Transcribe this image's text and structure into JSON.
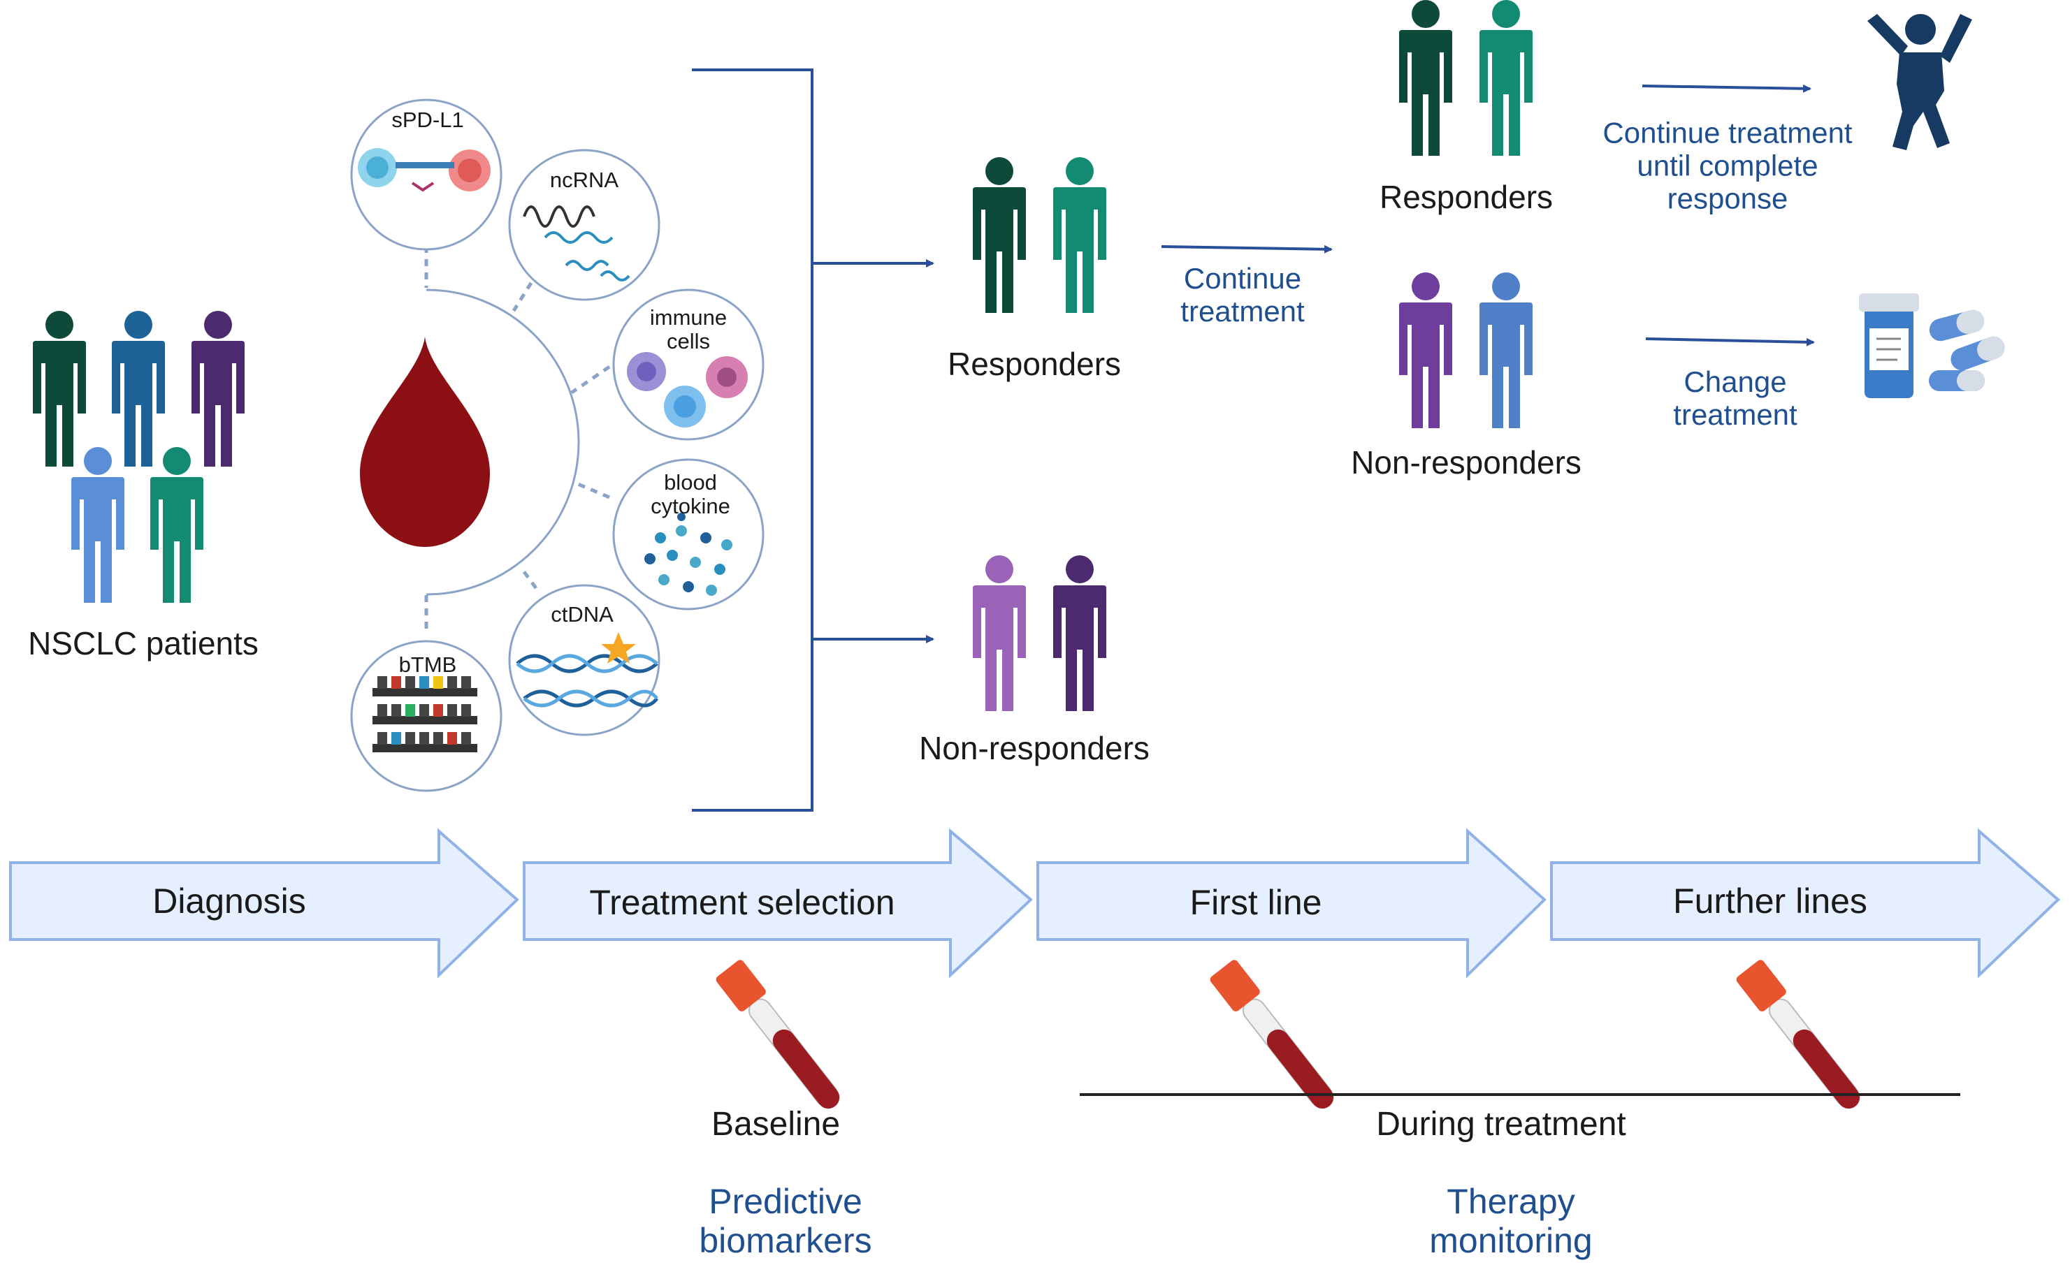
{
  "patients": {
    "label": "NSCLC patients"
  },
  "biomarkers": [
    {
      "id": "spdl1",
      "label": "sPD-L1"
    },
    {
      "id": "ncrna",
      "label": "ncRNA"
    },
    {
      "id": "immune",
      "label": "immune\ncells"
    },
    {
      "id": "cytokine",
      "label": "blood\ncytokine"
    },
    {
      "id": "ctdna",
      "label": "ctDNA"
    },
    {
      "id": "btmb",
      "label": "bTMB"
    }
  ],
  "outcomes": {
    "responders": "Responders",
    "non_responders": "Non-responders",
    "continue_treatment": "Continue\ntreatment",
    "responders_2": "Responders",
    "non_responders_2": "Non-responders",
    "continue_until": "Continue treatment\nuntil complete\nresponse",
    "change_treatment": "Change\ntreatment"
  },
  "timeline": {
    "stages": [
      "Diagnosis",
      "Treatment selection",
      "First line",
      "Further lines"
    ],
    "baseline": "Baseline",
    "during": "During treatment",
    "predictive": "Predictive\nbiomarkers",
    "therapy": "Therapy\nmonitoring"
  },
  "colors": {
    "dark_green": "#0e4a3a",
    "teal": "#138a72",
    "dark_purple": "#4b2a70",
    "steel_blue": "#5a8ed6",
    "navy_blue": "#1d6296",
    "light_purple": "#9b63b8",
    "purple": "#6e3e9e",
    "blood": "#8c0f14",
    "arrow_fill": "#e6efff",
    "arrow_stroke": "#8fb3e6",
    "text_blue": "#1f4f8f"
  }
}
